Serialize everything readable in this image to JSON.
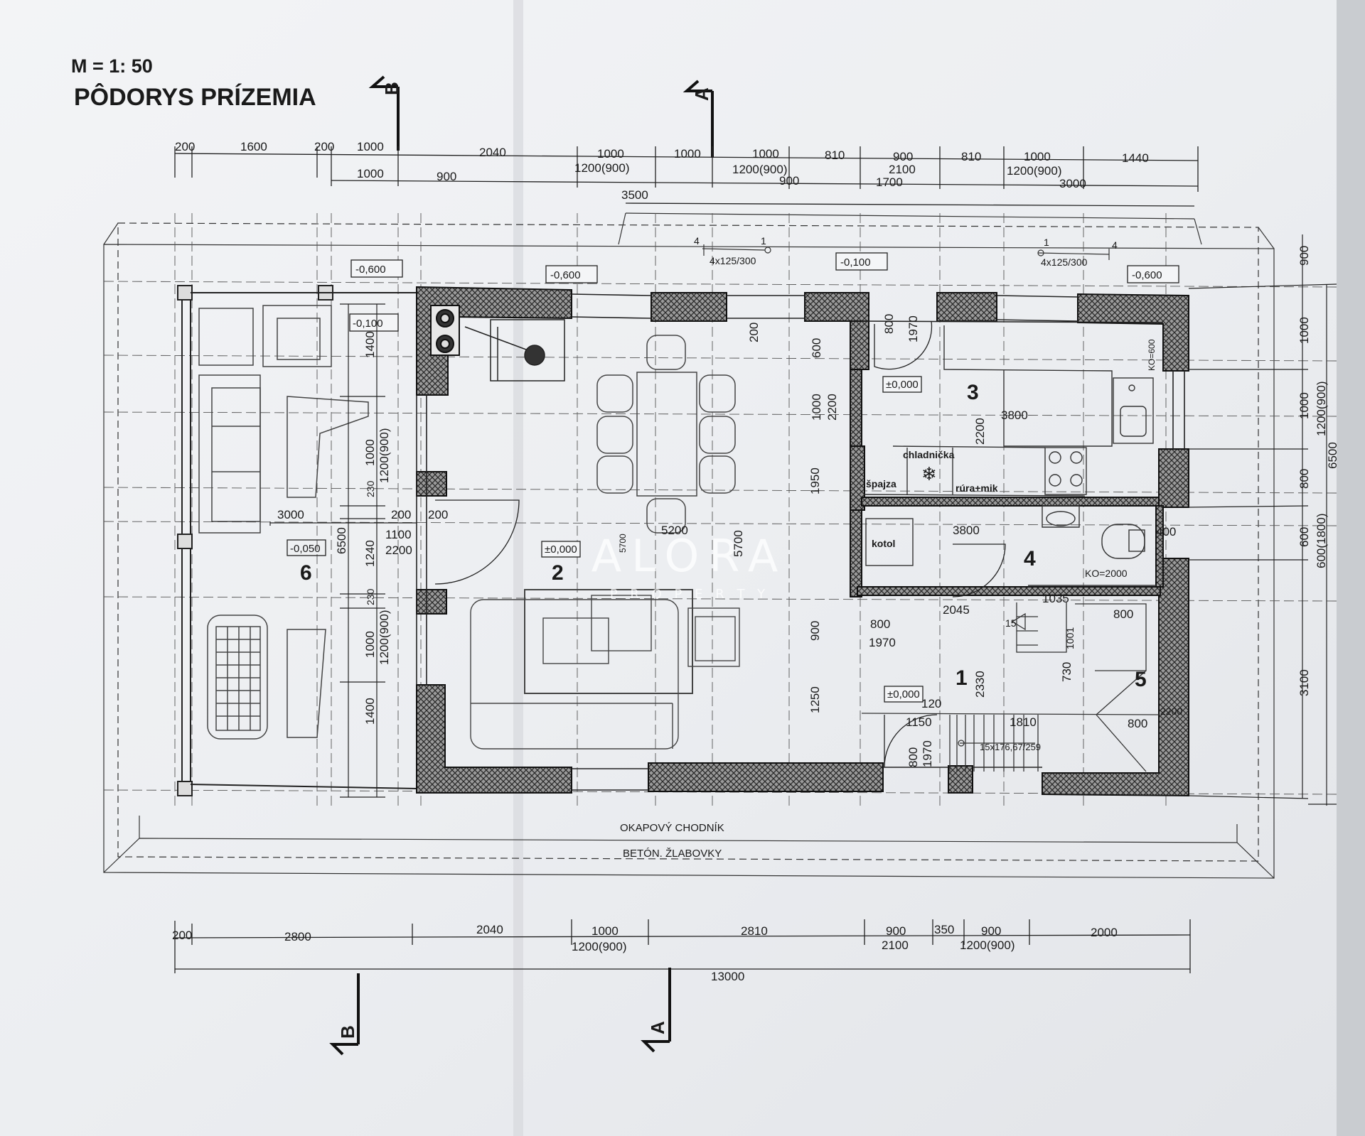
{
  "title": {
    "scale": "M = 1: 50",
    "name": "PÔDORYS PRÍZEMIA"
  },
  "sections": {
    "a": "A",
    "b": "B"
  },
  "top_dims_row1": [
    "200",
    "1600",
    "200",
    "1000",
    "2040",
    "1000",
    "1000",
    "1000",
    "810",
    "900",
    "810",
    "1000",
    "1440"
  ],
  "top_dims_row2": [
    "1000",
    "900",
    "1200(900)",
    "1200(900)",
    "900",
    "2100",
    "1700",
    "1200(900)",
    "3000"
  ],
  "top_dims_row3": [
    "3500"
  ],
  "bottom_dims_row1": [
    "200",
    "2800",
    "2040",
    "1000",
    "2810",
    "900",
    "350",
    "900",
    "2000"
  ],
  "bottom_dims_row2": [
    "1200(900)",
    "2100",
    "1200(900)"
  ],
  "bottom_total": "13000",
  "right_dims": [
    "900",
    "1000",
    "1000",
    "1200(900)",
    "800",
    "600",
    "600(1800)",
    "3100",
    "6500"
  ],
  "left_inner_dims": [
    "1400",
    "1000",
    "1200(900)",
    "230",
    "1240",
    "1100",
    "2200",
    "230",
    "1000",
    "1200(900)",
    "1400",
    "6500",
    "3000",
    "200",
    "200"
  ],
  "levels": {
    "l1": "-0,600",
    "l2": "-0,600",
    "l3": "-0,100",
    "l4": "-0,600",
    "l5": "-0,100",
    "l6": "±0,000",
    "l7": "±0,000",
    "l8": "-0,050",
    "l9": "±0,000"
  },
  "stairs": {
    "entry_left": "4x125/300",
    "entry_right": "4x125/300",
    "interior": "15x176,67/259"
  },
  "rooms": {
    "r1": "1",
    "r2": "2",
    "r3": "3",
    "r4": "4",
    "r5": "5",
    "r6": "6"
  },
  "labels": {
    "fridge": "chladnička",
    "pantry": "špajza",
    "oven": "rúra+mik",
    "boiler": "kotol",
    "ko600": "KO=600",
    "ko2000": "KO=2000",
    "walkway": "OKAPOVÝ CHODNÍK",
    "walkway2": "BETÓN. ŽLABOVKY"
  },
  "interior_dims": {
    "d5200": "5200",
    "d5700a": "5700",
    "d5700b": "5700",
    "d3800a": "3800",
    "d3800b": "3800",
    "d2200a": "2200",
    "d2200b": "2200",
    "d1000": "1000",
    "d600": "600",
    "d200": "200",
    "d1950": "1950",
    "d900": "900",
    "d1250": "1250",
    "d800a": "800",
    "d1970a": "1970",
    "d800b": "800",
    "d1970b": "1970",
    "d800c": "800",
    "d1970c": "1970",
    "d2045": "2045",
    "d1035": "1035",
    "d2330": "2330",
    "d730": "730",
    "d1150": "1150",
    "d1810": "1810",
    "d120": "120",
    "d800d": "800",
    "d800e": "800",
    "d2200c": "2200",
    "d400": "400",
    "d15": "15",
    "d1001": "1001"
  },
  "watermark": {
    "brand": "ALORA",
    "sub": "P R O P E R T Y"
  }
}
